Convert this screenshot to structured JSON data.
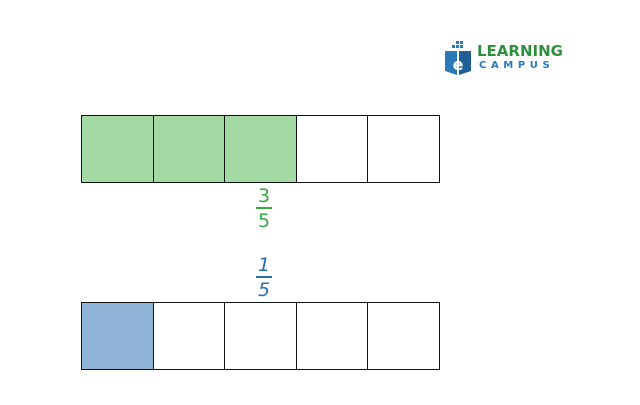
{
  "logo": {
    "line1": "LEARNING",
    "line2": "CAMPUS",
    "mark_letter": "e"
  },
  "colors": {
    "shaded_top": "#a3d9a3",
    "shaded_bottom": "#8fb3d6",
    "empty": "#ffffff"
  },
  "fractions": [
    {
      "numerator": "3",
      "denominator": "5",
      "total_parts": 5,
      "shaded_parts": 3,
      "color": "#3aaa45"
    },
    {
      "numerator": "1",
      "denominator": "5",
      "total_parts": 5,
      "shaded_parts": 1,
      "color": "#2a6fb0"
    }
  ]
}
